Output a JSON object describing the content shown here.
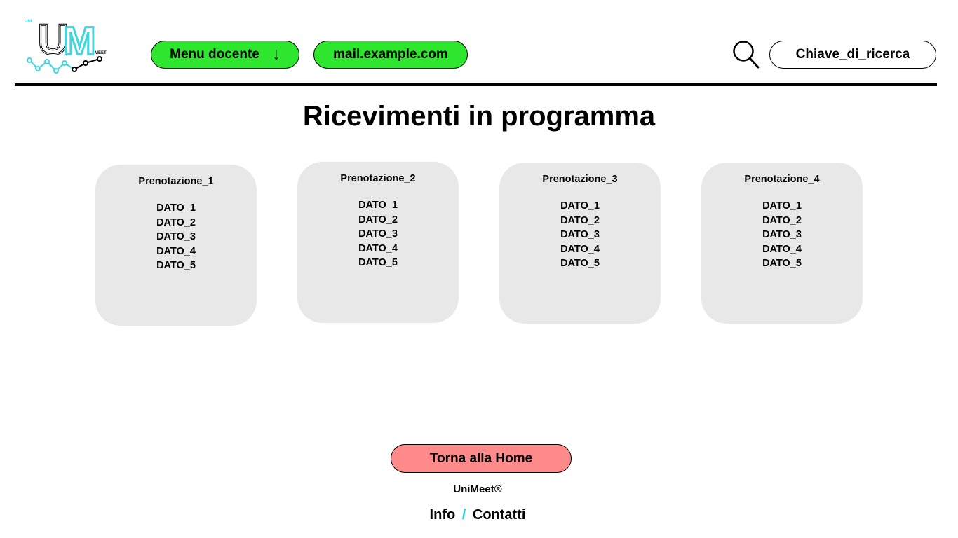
{
  "header": {
    "logo": {
      "icon": "unimeet-logo",
      "letters": "UM",
      "small_top": "UNI",
      "small_side": "MEET",
      "accent": "#3fd6e0"
    },
    "menu_label": "Menu docente",
    "menu_arrow": "↓",
    "email_label": "mail.example.com",
    "search_icon": "search-icon",
    "search_value": "Chiave_di_ricerca"
  },
  "main": {
    "title": "Ricevimenti in programma",
    "cards": [
      {
        "title": "Prenotazione_1",
        "rows": [
          "DATO_1",
          "DATO_2",
          "DATO_3",
          "DATO_4",
          "DATO_5"
        ]
      },
      {
        "title": "Prenotazione_2",
        "rows": [
          "DATO_1",
          "DATO_2",
          "DATO_3",
          "DATO_4",
          "DATO_5"
        ]
      },
      {
        "title": "Prenotazione_3",
        "rows": [
          "DATO_1",
          "DATO_2",
          "DATO_3",
          "DATO_4",
          "DATO_5"
        ]
      },
      {
        "title": "Prenotazione_4",
        "rows": [
          "DATO_1",
          "DATO_2",
          "DATO_3",
          "DATO_4",
          "DATO_5"
        ]
      }
    ]
  },
  "footer": {
    "home_button": "Torna alla Home",
    "brand": "UniMeet®",
    "info_link": "Info",
    "separator": "/",
    "contacts_link": "Contatti"
  },
  "colors": {
    "button_green": "#2ee62e",
    "home_button_red": "#ff8a8a",
    "card_gray": "#e8e8e8",
    "accent_cyan": "#2ecfd6"
  }
}
